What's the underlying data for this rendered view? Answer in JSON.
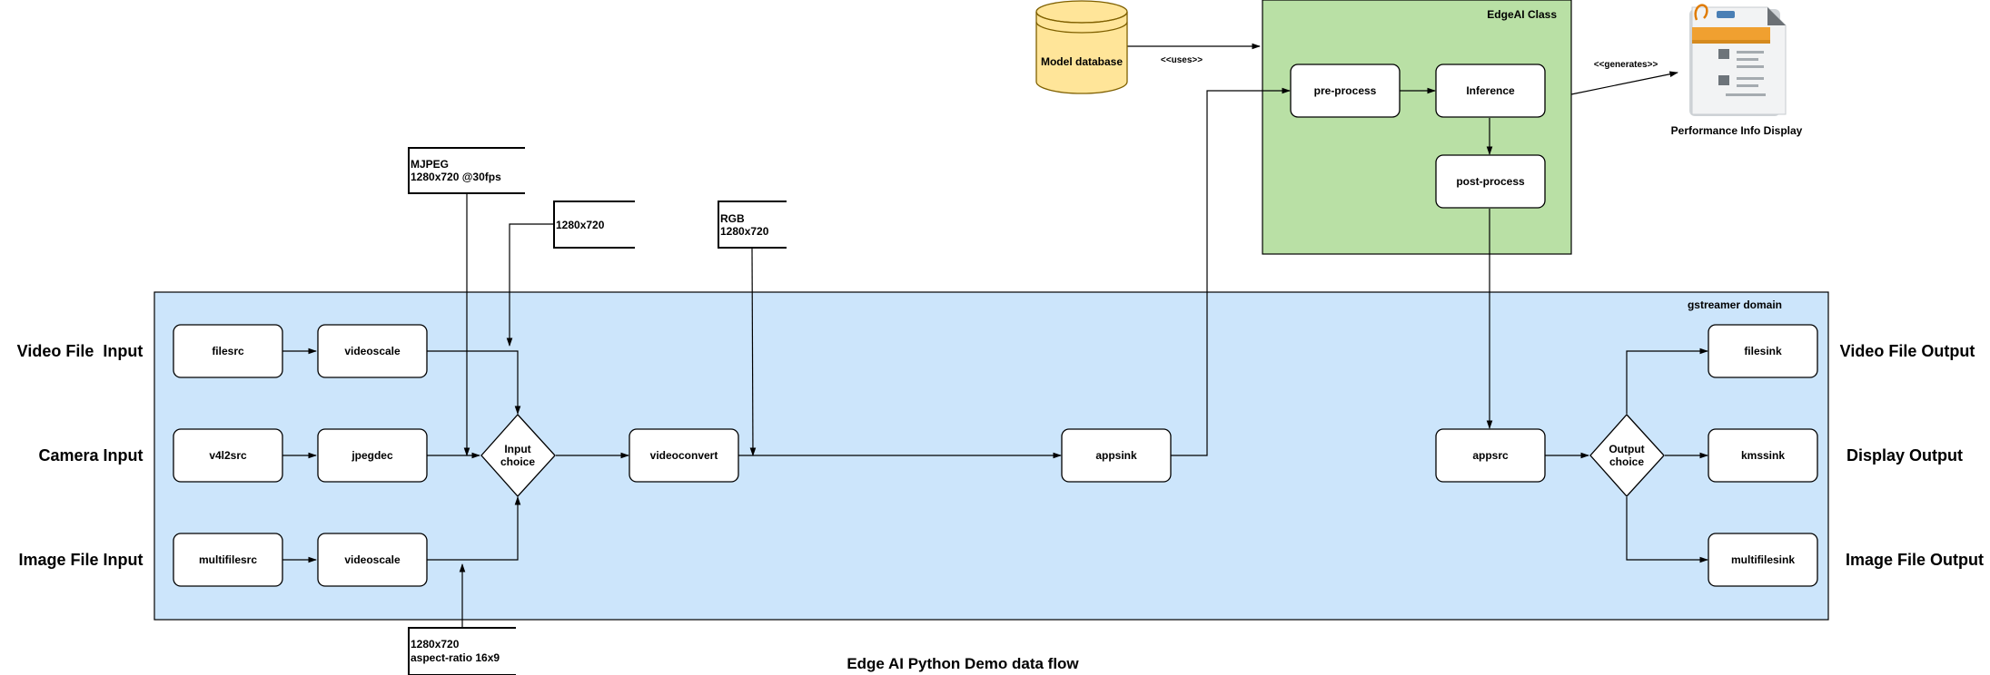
{
  "title": "Edge AI Python Demo data flow",
  "domains": {
    "gstreamer": "gstreamer domain",
    "edgeai": "EdgeAI Class"
  },
  "inputs": {
    "video": "Video File  Input",
    "camera": "Camera Input",
    "image": "Image File Input"
  },
  "outputs": {
    "video": "Video File Output",
    "display": "Display Output",
    "image": "Image File Output"
  },
  "nodes": {
    "filesrc": "filesrc",
    "videoscale_top": "videoscale",
    "v4l2src": "v4l2src",
    "jpegdec": "jpegdec",
    "multifilesrc": "multifilesrc",
    "videoscale_bottom": "videoscale",
    "input_choice": [
      "Input",
      "choice"
    ],
    "videoconvert": "videoconvert",
    "appsink": "appsink",
    "appsrc": "appsrc",
    "output_choice": [
      "Output",
      "choice"
    ],
    "filesink": "filesink",
    "kmssink": "kmssink",
    "multifilesink": "multifilesink",
    "pre_process": "pre-process",
    "inference": "Inference",
    "post_process": "post-process",
    "model_database": "Model database",
    "performance_display": "Performance Info Display"
  },
  "edge_labels": {
    "uses": "<<uses>>",
    "generates": "<<generates>>"
  },
  "notes": {
    "mjpeg": [
      "MJPEG",
      "1280x720 @30fps"
    ],
    "res": [
      "1280x720"
    ],
    "rgb": [
      "RGB",
      "1280x720"
    ],
    "aspect": [
      "1280x720",
      "aspect-ratio 16x9"
    ]
  },
  "colors": {
    "gstreamer_fill": "#cce5fb",
    "edgeai_fill": "#b9e0a5",
    "database_fill": "#ffe599",
    "database_stroke": "#7f6000"
  }
}
